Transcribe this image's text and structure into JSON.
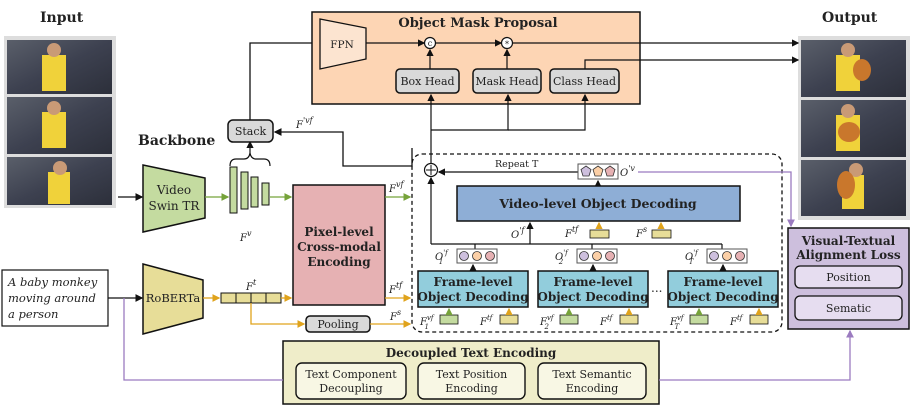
{
  "titles": {
    "input": "Input",
    "output": "Output",
    "backbone": "Backbone"
  },
  "query_text": [
    "A baby monkey",
    "moving around",
    "a person"
  ],
  "backbone": {
    "video_encoder": [
      "Video",
      "Swin TR"
    ],
    "text_encoder": "RoBERTa",
    "video_feature": "F",
    "video_feature_sup": "v",
    "text_feature": "F",
    "text_feature_sup": "t"
  },
  "stack_label": "Stack",
  "pooling_label": "Pooling",
  "pixel_encoding": [
    "Pixel-level",
    "Cross-modal",
    "Encoding"
  ],
  "mask_proposal": {
    "title": "Object Mask Proposal",
    "fpn": "FPN",
    "heads": [
      "Box Head",
      "Mask Head",
      "Class Head"
    ],
    "concat_symbol": "c",
    "mult_symbol": "*"
  },
  "features": {
    "fvf": {
      "base": "F",
      "sup": "vf"
    },
    "ftf": {
      "base": "F",
      "sup": "tf"
    },
    "fs": {
      "base": "F",
      "sup": "s"
    },
    "fpvf": {
      "base": "F",
      "sup": "'vf"
    }
  },
  "decoding": {
    "repeat_label": "Repeat T",
    "video_level": "Video-level Object Decoding",
    "ov": {
      "base": "O",
      "sup": "'v"
    },
    "of": {
      "base": "O",
      "sup": "'f"
    },
    "frame_level": [
      {
        "line1": "Frame-level",
        "line2": "Object Decoding",
        "o_sub": "1",
        "f_sub": "1"
      },
      {
        "line1": "Frame-level",
        "line2": "Object Decoding",
        "o_sub": "2",
        "f_sub": "2"
      },
      {
        "line1": "Frame-level",
        "line2": "Object Decoding",
        "o_sub": "T",
        "f_sub": "T"
      }
    ],
    "ellipsis": "..."
  },
  "text_encoding": {
    "title": "Decoupled Text Encoding",
    "modules": [
      [
        "Text Component",
        "Decoupling"
      ],
      [
        "Text Position",
        "Encoding"
      ],
      [
        "Text Semantic",
        "Encoding"
      ]
    ]
  },
  "alignment_loss": {
    "title": [
      "Visual-Textual",
      "Alignment Loss"
    ],
    "items": [
      "Position",
      "Sematic"
    ]
  },
  "colors": {
    "mask_proposal_bg": "#fdd5b4",
    "video_decoding": "#8eaed6",
    "frame_decoding": "#92cddc",
    "pixel_encoding": "#e6b1b3",
    "backbone_green": "#c4dba0",
    "text_yellow": "#e7dd98",
    "text_encoding_bg": "#efedc9",
    "alignment_bg": "#cdbfdd",
    "green_arrow": "#76a33a",
    "yellow_arrow": "#e0a31c",
    "purple_line": "#9b7bc0",
    "head_gray": "#d9d9d9"
  }
}
